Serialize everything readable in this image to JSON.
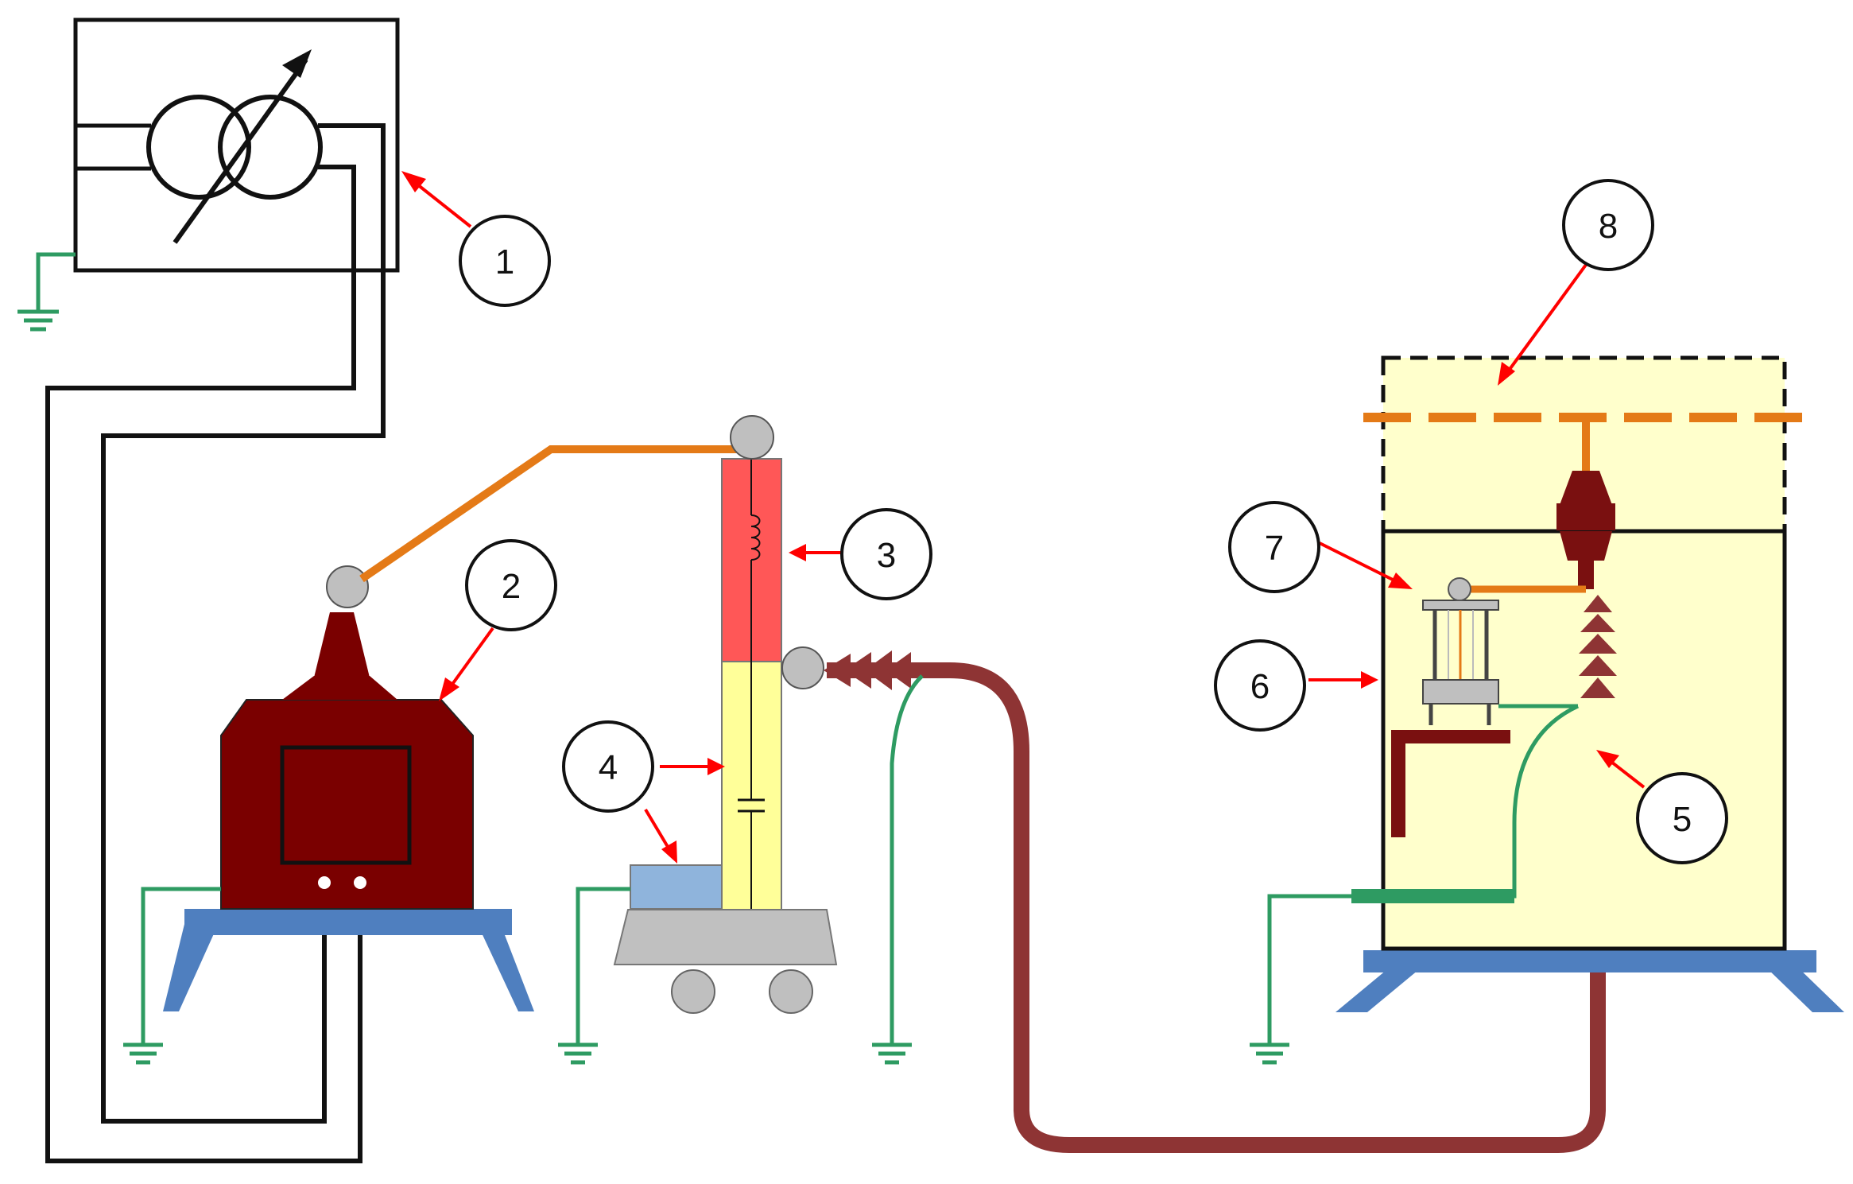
{
  "callouts": [
    {
      "id": "1",
      "label": "1"
    },
    {
      "id": "2",
      "label": "2"
    },
    {
      "id": "3",
      "label": "3"
    },
    {
      "id": "4",
      "label": "4"
    },
    {
      "id": "5",
      "label": "5"
    },
    {
      "id": "6",
      "label": "6"
    },
    {
      "id": "7",
      "label": "7"
    },
    {
      "id": "8",
      "label": "8"
    }
  ],
  "colors": {
    "wire_black": "#111111",
    "ground_green": "#2e9b62",
    "hv_orange": "#e47a17",
    "cable_maroon": "#8e3434",
    "transformer_maroon": "#7a0000",
    "base_blue": "#4f7fbf",
    "coil_red": "#ff5757",
    "capacitor_yellow": "#ffff99",
    "cell_yellow": "#ffffcc",
    "electrode_gray": "#bfbfbf",
    "arrow_red": "#ff0000"
  }
}
